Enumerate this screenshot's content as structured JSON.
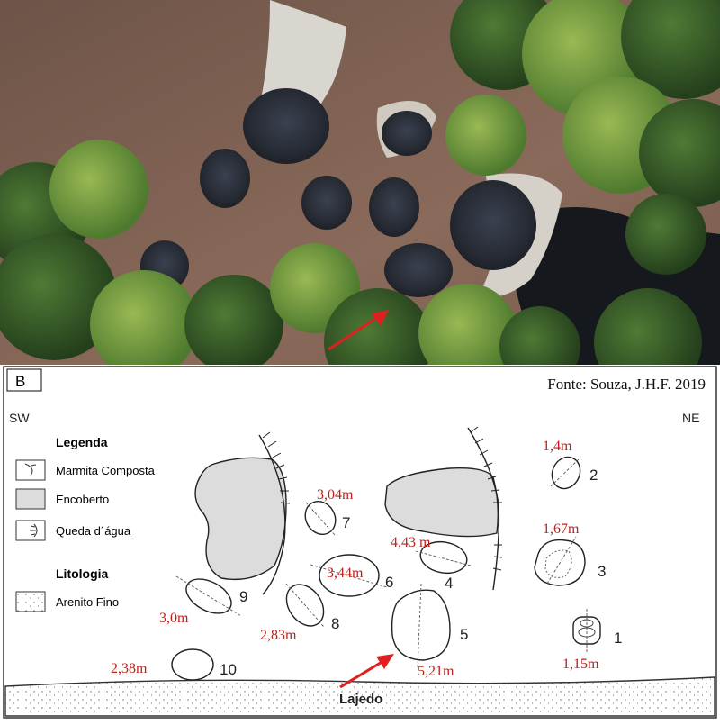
{
  "panel_label": "B",
  "source": "Fonte: Souza, J.H.F. 2019",
  "orientation": {
    "left": "SW",
    "right": "NE"
  },
  "legend": {
    "title": "Legenda",
    "items": [
      "Marmita Composta",
      "Encoberto",
      "Queda d´água"
    ]
  },
  "lithology": {
    "title": "Litologia",
    "items": [
      "Arenito Fino"
    ]
  },
  "potholes": [
    {
      "number": "1",
      "diameter": "1,15m"
    },
    {
      "number": "2",
      "diameter": "1,4m"
    },
    {
      "number": "3",
      "diameter": "1,67m"
    },
    {
      "number": "4",
      "diameter": "4,43 m"
    },
    {
      "number": "5",
      "diameter": "5,21m"
    },
    {
      "number": "6",
      "diameter": "3,44m"
    },
    {
      "number": "7",
      "diameter": "3,04m"
    },
    {
      "number": "8",
      "diameter": "2,83m"
    },
    {
      "number": "9",
      "diameter": "3,0m"
    },
    {
      "number": "10",
      "diameter": "2,38m"
    }
  ],
  "outcrop_label": "Lajedo",
  "colors": {
    "measure": "#c0201a",
    "arrow": "#e02020",
    "covered": "#dcdcdc",
    "line": "#222222"
  }
}
